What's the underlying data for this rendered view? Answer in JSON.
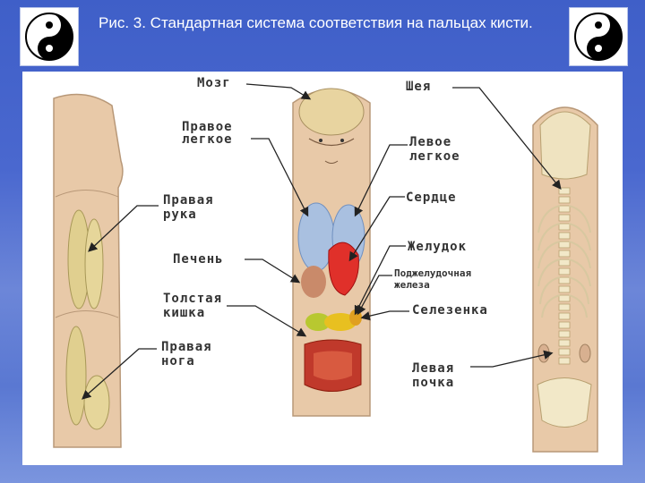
{
  "slide": {
    "title": "Рис. 3. Стандартная система соответствия на пальцах кисти."
  },
  "labels": {
    "brain": "Мозг",
    "neck": "Шея",
    "right_lung_1": "Правое",
    "right_lung_2": "легкое",
    "left_lung_1": "Левое",
    "left_lung_2": "легкое",
    "heart": "Сердце",
    "right_arm_1": "Правая",
    "right_arm_2": "рука",
    "stomach": "Желудок",
    "liver": "Печень",
    "pancreas_1": "Поджелудочная",
    "pancreas_2": "железа",
    "colon_1": "Толстая",
    "colon_2": "кишка",
    "spleen": "Селезенка",
    "right_leg_1": "Правая",
    "right_leg_2": "нога",
    "left_kidney_1": "Левая",
    "left_kidney_2": "почка"
  },
  "icons": {
    "corner_left": "yin-yang-icon",
    "corner_right": "yin-yang-icon"
  },
  "colors": {
    "background": "#4a68cf",
    "skin": "#e8c9a8",
    "lung": "#a9c0e0",
    "heart": "#e0302a",
    "intestine": "#c0392b"
  }
}
